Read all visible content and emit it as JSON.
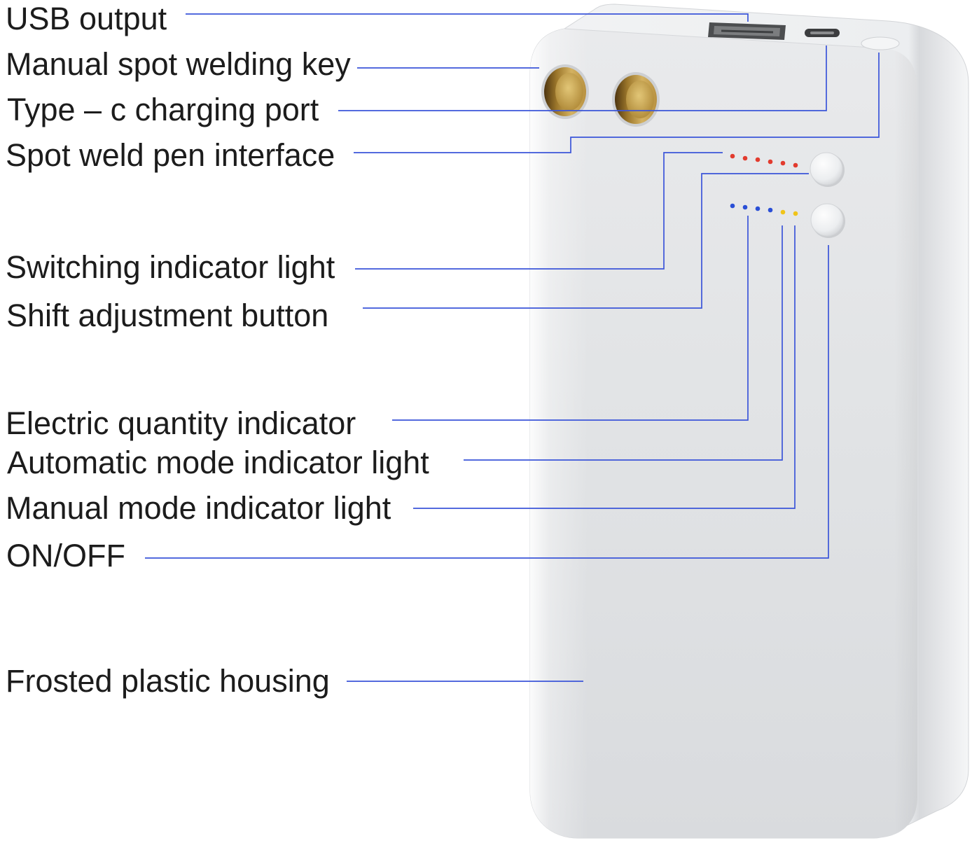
{
  "labels": {
    "usb_output": "USB output",
    "manual_spot_welding_key": "Manual spot welding key",
    "type_c_charging_port": "Type – c charging port",
    "spot_weld_pen_interface": "Spot weld pen interface",
    "switching_indicator_light": "Switching indicator light",
    "shift_adjustment_button": "Shift adjustment button",
    "electric_quantity_indicator": "Electric quantity indicator",
    "automatic_mode_indicator_light": "Automatic mode indicator light",
    "manual_mode_indicator_light": "Manual mode indicator light",
    "on_off": "ON/OFF",
    "frosted_plastic_housing": "Frosted plastic housing"
  },
  "colors": {
    "leader_line": "#3b55d9",
    "label_text": "#1c1c1c",
    "switching_dots": "#e23b2e",
    "electric_dots": "#2a4fd6",
    "mode_dots": "#f0c419"
  }
}
